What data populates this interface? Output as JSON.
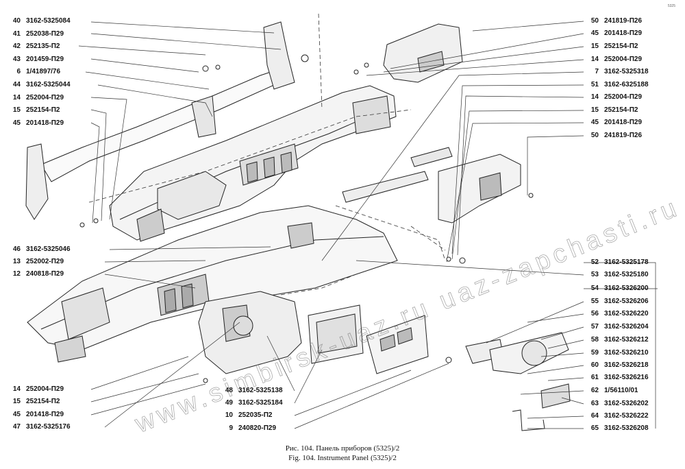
{
  "left_labels": [
    {
      "num": "40",
      "code": "3162-5325084"
    },
    {
      "num": "41",
      "code": "252038-П29"
    },
    {
      "num": "42",
      "code": "252135-П2"
    },
    {
      "num": "43",
      "code": "201459-П29"
    },
    {
      "num": "6",
      "code": "1/41897/76"
    },
    {
      "num": "44",
      "code": "3162-5325044"
    },
    {
      "num": "14",
      "code": "252004-П29"
    },
    {
      "num": "15",
      "code": "252154-П2"
    },
    {
      "num": "45",
      "code": "201418-П29"
    },
    {
      "num": "46",
      "code": "3162-5325046"
    },
    {
      "num": "13",
      "code": "252002-П29"
    },
    {
      "num": "12",
      "code": "240818-П29"
    },
    {
      "num": "14",
      "code": "252004-П29"
    },
    {
      "num": "15",
      "code": "252154-П2"
    },
    {
      "num": "45",
      "code": "201418-П29"
    },
    {
      "num": "47",
      "code": "3162-5325176"
    }
  ],
  "right_labels": [
    {
      "num": "50",
      "code": "241819-П26"
    },
    {
      "num": "45",
      "code": "201418-П29"
    },
    {
      "num": "15",
      "code": "252154-П2"
    },
    {
      "num": "14",
      "code": "252004-П29"
    },
    {
      "num": "7",
      "code": "3162-5325318"
    },
    {
      "num": "51",
      "code": "3162-6325188"
    },
    {
      "num": "14",
      "code": "252004-П29"
    },
    {
      "num": "15",
      "code": "252154-П2"
    },
    {
      "num": "45",
      "code": "201418-П29"
    },
    {
      "num": "50",
      "code": "241819-П26"
    },
    {
      "num": "52",
      "code": "3162-5325178"
    },
    {
      "num": "53",
      "code": "3162-5325180"
    },
    {
      "num": "54",
      "code": "3162-5326200"
    },
    {
      "num": "55",
      "code": "3162-5326206"
    },
    {
      "num": "56",
      "code": "3162-5326220"
    },
    {
      "num": "57",
      "code": "3162-5326204"
    },
    {
      "num": "58",
      "code": "3162-5326212"
    },
    {
      "num": "59",
      "code": "3162-5326210"
    },
    {
      "num": "60",
      "code": "3162-5326218"
    },
    {
      "num": "61",
      "code": "3162-5326216"
    },
    {
      "num": "62",
      "code": "1/56110/01"
    },
    {
      "num": "63",
      "code": "3162-5326202"
    },
    {
      "num": "64",
      "code": "3162-5326222"
    },
    {
      "num": "65",
      "code": "3162-5326208"
    }
  ],
  "center_labels": [
    {
      "num": "48",
      "code": "3162-5325138"
    },
    {
      "num": "49",
      "code": "3162-5325184"
    },
    {
      "num": "10",
      "code": "252035-П2"
    },
    {
      "num": "9",
      "code": "240820-П29"
    }
  ],
  "caption_ru": "Рис. 104. Панель приборов (5325)/2",
  "caption_en": "Fig. 104. Instrument Panel (5325)/2",
  "watermark": "www.simbirsk-uaz.ru  uaz-zapchasti.ru  simbirskauto.kz",
  "corner_mark": "5325"
}
